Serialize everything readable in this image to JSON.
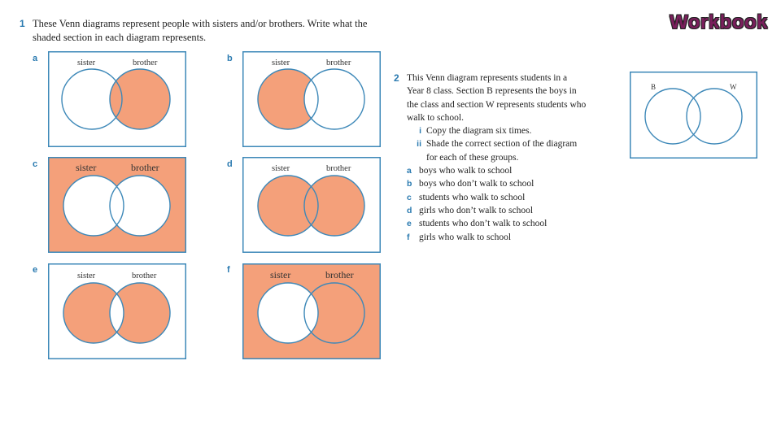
{
  "header": {
    "workbook": "Workbook"
  },
  "q1": {
    "number": "1",
    "line1": "These Venn diagrams represent people with sisters and/or brothers. Write what the",
    "line2": "shaded section in each diagram represents.",
    "diagrams": [
      {
        "letter": "a",
        "left": "sister",
        "right": "brother",
        "shade": "right"
      },
      {
        "letter": "b",
        "left": "sister",
        "right": "brother",
        "shade": "left"
      },
      {
        "letter": "c",
        "left": "sister",
        "right": "brother",
        "shade": "outside"
      },
      {
        "letter": "d",
        "left": "sister",
        "right": "brother",
        "shade": "union"
      },
      {
        "letter": "e",
        "left": "sister",
        "right": "brother",
        "shade": "symdiff"
      },
      {
        "letter": "f",
        "left": "sister",
        "right": "brother",
        "shade": "not-left"
      }
    ]
  },
  "q2": {
    "number": "2",
    "line1": "This Venn diagram represents students in a",
    "line2": "Year 8 class. Section B represents the boys in",
    "line3": "the class and section W represents students who",
    "line4": "walk to school.",
    "sub_i_num": "i",
    "sub_i": "Copy the diagram six times.",
    "sub_ii_num": "ii",
    "sub_ii_line1": "Shade the correct section of the diagram",
    "sub_ii_line2": "for each of these groups.",
    "items": [
      {
        "letter": "a",
        "text": "boys who walk to school"
      },
      {
        "letter": "b",
        "text": "boys who don’t walk to school"
      },
      {
        "letter": "c",
        "text": "students who walk to school"
      },
      {
        "letter": "d",
        "text": "girls who don’t walk to school"
      },
      {
        "letter": "e",
        "text": "students who don’t walk to school"
      },
      {
        "letter": "f",
        "text": "girls who walk to school"
      }
    ],
    "diagram": {
      "left": "B",
      "right": "W"
    }
  },
  "colors": {
    "shade": "#f4a07a",
    "stroke": "#3d88b8",
    "number": "#2a7ab0"
  }
}
